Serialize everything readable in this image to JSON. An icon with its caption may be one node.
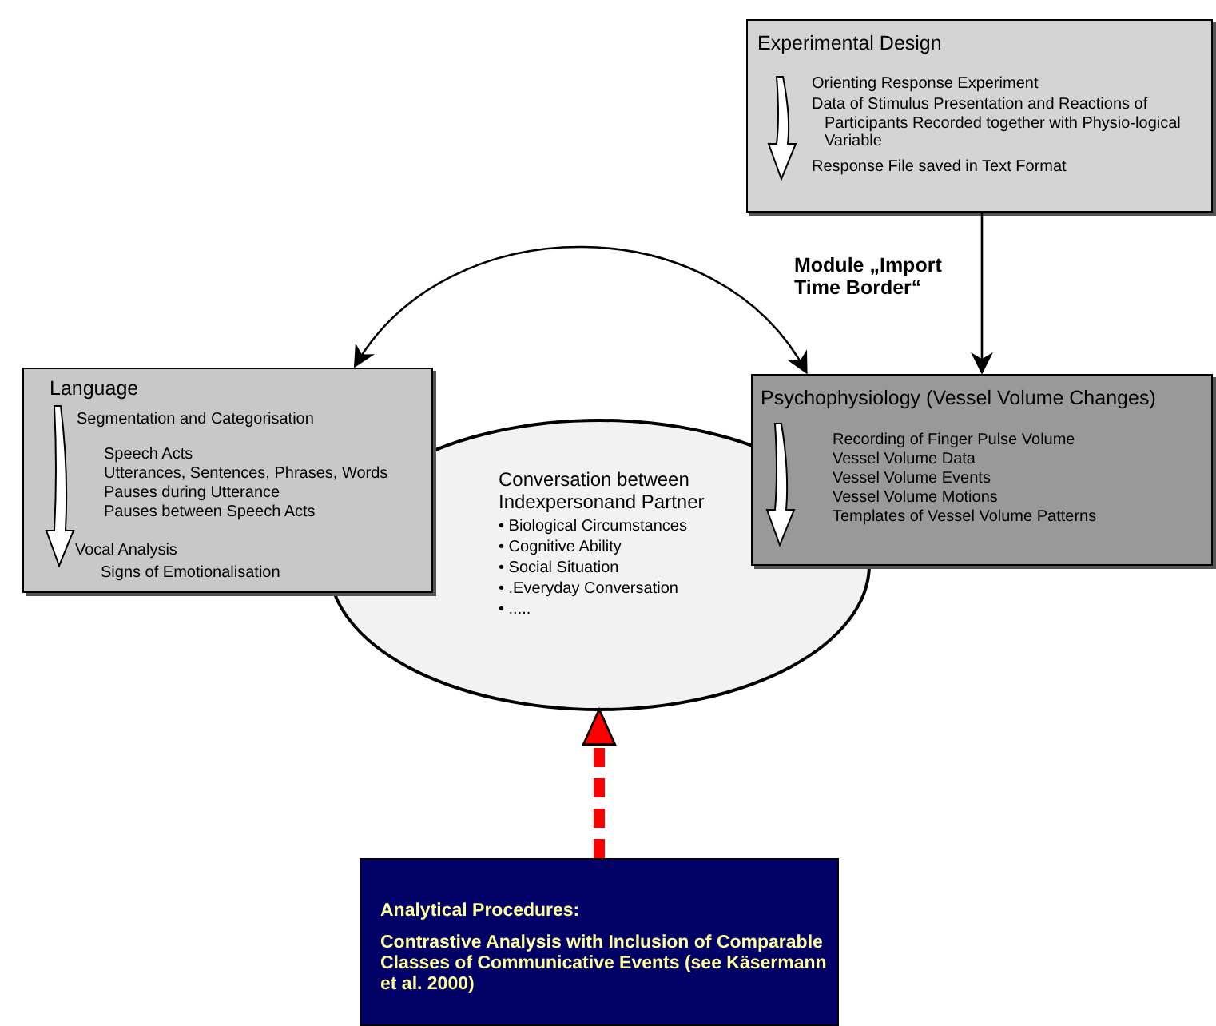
{
  "diagram": {
    "nodes": [
      {
        "text": [
          "Experimental Design",
          "Orienting Response Experiment",
          "Data of Stimulus Presentation and Reactions of Participants Recorded together with Physio-logical Variable",
          "Response File saved in Text Format"
        ]
      },
      {
        "text": [
          "Language",
          "Segmentation and Categorisation",
          "Speech Acts",
          "Utterances, Sentences, Phrases, Words",
          "Pauses during Utterance",
          "Pauses between Speech Acts",
          "Vocal Analysis",
          "Signs of Emotionalisation"
        ]
      },
      {
        "text": [
          "Psychophysiology  (Vessel Volume Changes)",
          "Recording of Finger Pulse Volume",
          "Vessel Volume Data",
          "Vessel Volume Events",
          "Vessel Volume Motions",
          "Templates of Vessel Volume Patterns"
        ]
      },
      {
        "text": [
          "Conversation between Indexpersonand Partner",
          "• Biological Circumstances",
          "• Cognitive Ability",
          "• Social Situation",
          "• .Everyday Conversation",
          "• ....."
        ]
      },
      {
        "text": [
          "Analytical Procedures:",
          "Contrastive Analysis with Inclusion of Comparable Classes of Communicative Events (see Käsermann et al. 2000)"
        ]
      }
    ],
    "edges": [
      {
        "from": 1,
        "to": 2,
        "arrow": "both"
      },
      {
        "from": 0,
        "to": 2,
        "arrow": "to",
        "label": "Module „Import Time Border“"
      },
      {
        "from": 4,
        "to": 3,
        "arrow": "to",
        "style": "dashed",
        "color": "#ff0000"
      }
    ]
  }
}
